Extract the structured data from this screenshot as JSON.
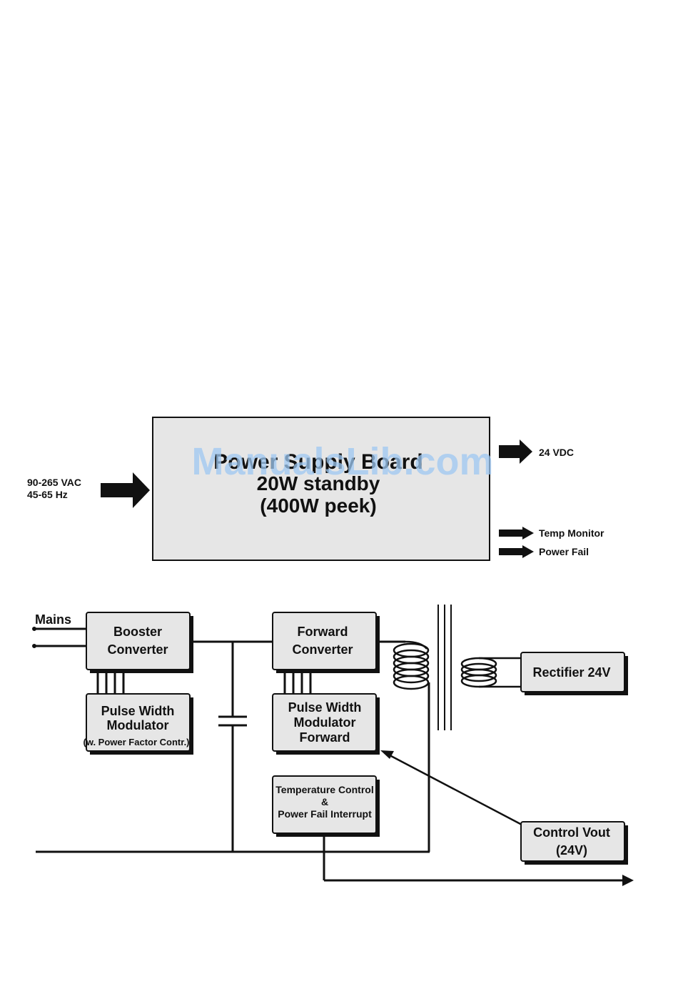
{
  "colors": {
    "box_fill": "#e6e6e6",
    "stroke": "#111111",
    "shadow": "#1a1a1a",
    "watermark": "#9ec8f2"
  },
  "watermark": "ManualsLib.com",
  "top": {
    "input_line1": "90-265 VAC",
    "input_line2": "45-65 Hz",
    "board_line1": "Power Supply Board",
    "board_line2": "20W standby",
    "board_line3": "(400W peek)",
    "out_24vdc": "24 VDC",
    "out_temp": "Temp Monitor",
    "out_powerfail": "Power Fail"
  },
  "bottom": {
    "mains": "Mains",
    "booster_line1": "Booster",
    "booster_line2": "Converter",
    "pwm_line1": "Pulse Width",
    "pwm_line2": "Modulator",
    "pwm_line3": "(w. Power Factor Contr.)",
    "forward_line1": "Forward",
    "forward_line2": "Converter",
    "pwmf_line1": "Pulse Width",
    "pwmf_line2": "Modulator",
    "pwmf_line3": "Forward",
    "temp_line1": "Temperature Control",
    "temp_line2": "&",
    "temp_line3": "Power Fail Interrupt",
    "rectifier": "Rectifier 24V",
    "control_line1": "Control Vout",
    "control_line2": "(24V)"
  }
}
